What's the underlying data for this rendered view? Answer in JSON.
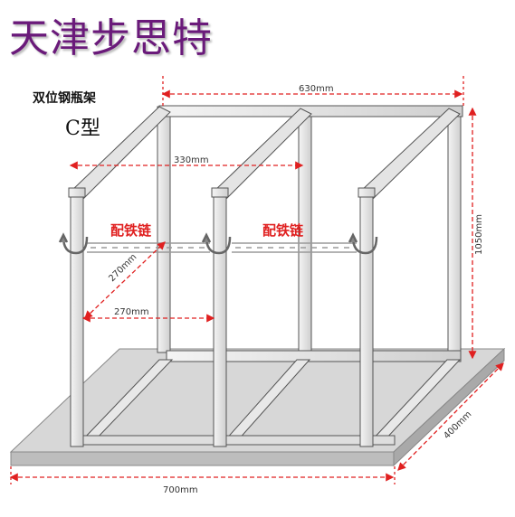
{
  "header": {
    "title": "天津步思特",
    "subtitle": "双位钢瓶架",
    "model": "C型"
  },
  "labels": {
    "chain_left": "配铁链",
    "chain_right": "配铁链"
  },
  "dimensions": {
    "top_width": "630mm",
    "inner_span": "330mm",
    "height": "1050mm",
    "diag_depth": "270mm",
    "horiz_depth": "270mm",
    "base_width": "700mm",
    "base_depth": "400mm"
  },
  "colors": {
    "title": "#6a1a7a",
    "chain_label": "#e02020",
    "dimension": "#e02020",
    "frame_fill": "#e6e6e6",
    "frame_stroke": "#555555",
    "base_fill": "#d4d4d4"
  },
  "icons": [
    "hook-icon",
    "chain-icon"
  ]
}
